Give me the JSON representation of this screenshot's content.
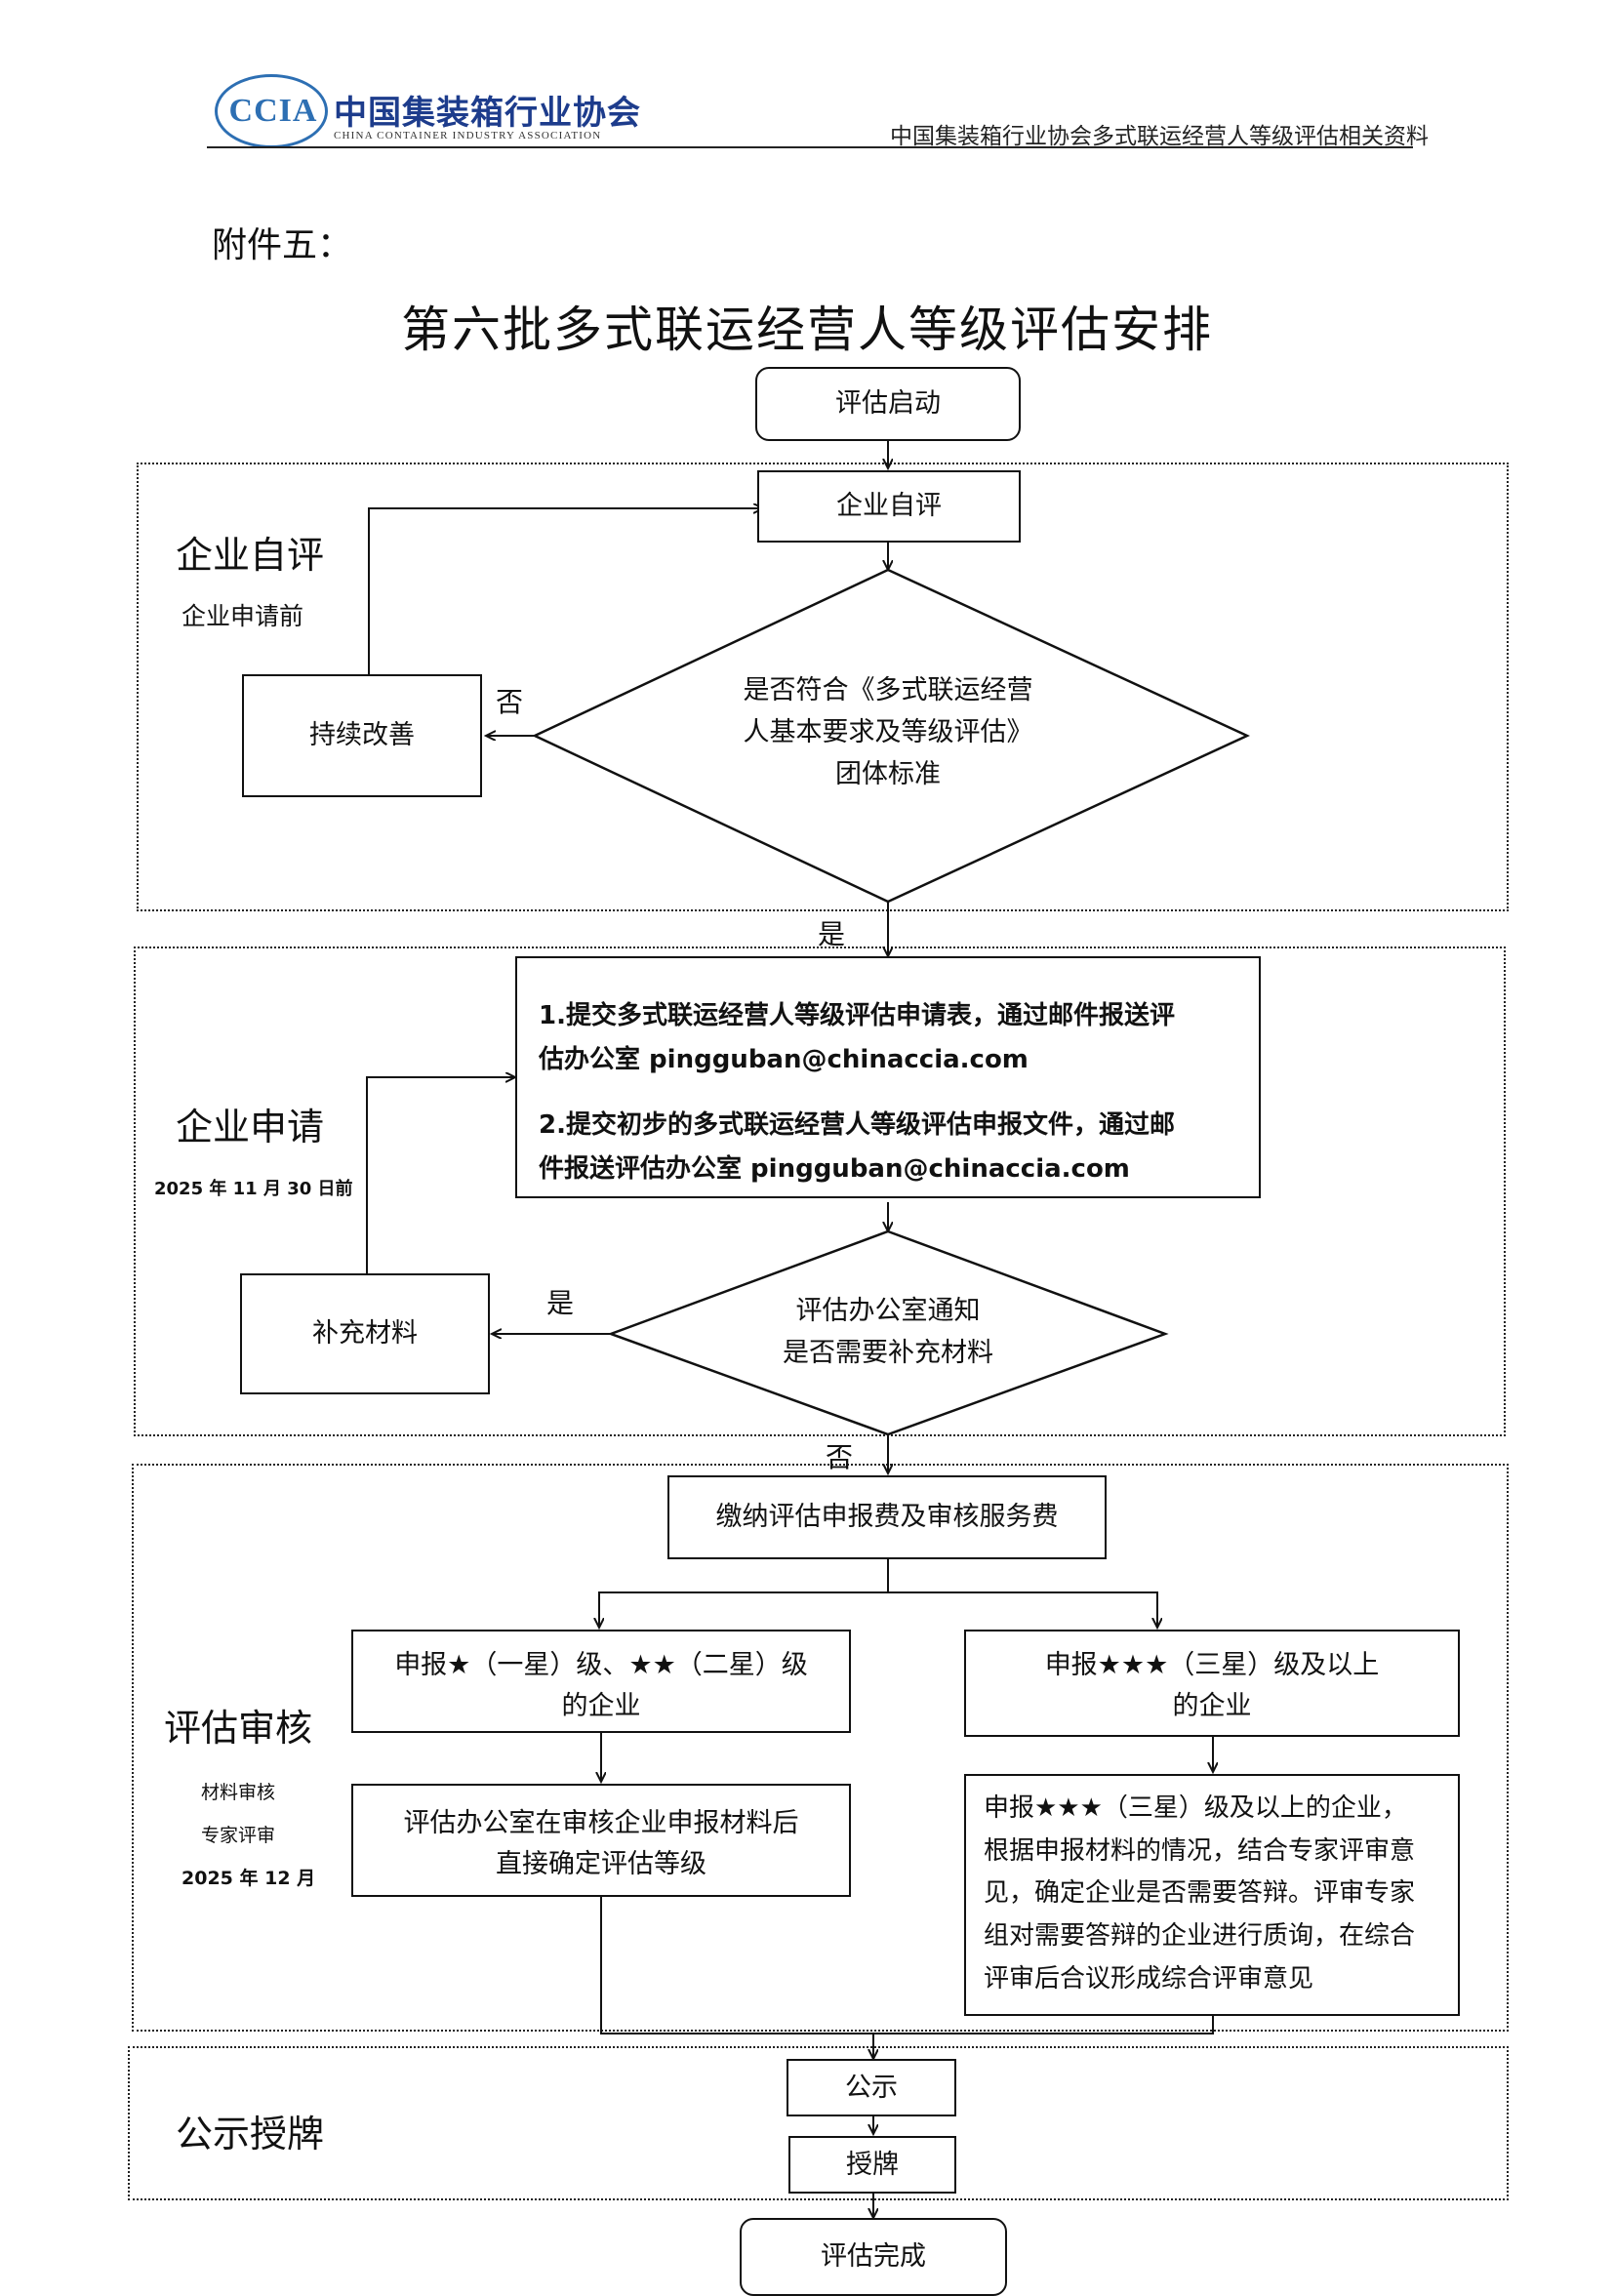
{
  "header": {
    "logo_mark": "CCIA",
    "logo_cn": "中国集装箱行业协会",
    "logo_en": "CHINA CONTAINER INDUSTRY ASSOCIATION",
    "doc_caption": "中国集装箱行业协会多式联运经营人等级评估相关资料"
  },
  "attachment_label": "附件五：",
  "title": "第六批多式联运经营人等级评估安排",
  "start": "评估启动",
  "end": "评估完成",
  "section1": {
    "title": "企业自评",
    "subtitle": "企业申请前",
    "self_eval": "企业自评",
    "decision": [
      "是否符合《多式联运经营",
      "人基本要求及等级评估》",
      "团体标准"
    ],
    "improve": "持续改善",
    "no_label": "否",
    "yes_label": "是"
  },
  "section2": {
    "title": "企业申请",
    "deadline": "2025 年 11 月 30 日前",
    "step1_line1": "1.提交多式联运经营人等级评估申请表，通过邮件报送评",
    "step1_line2": "估办公室 pingguban@chinaccia.com",
    "step2_line1": "2.提交初步的多式联运经营人等级评估申报文件，通过邮",
    "step2_line2": "件报送评估办公室 pingguban@chinaccia.com",
    "decision": [
      "评估办公室通知",
      "是否需要补充材料"
    ],
    "supplement": "补充材料",
    "yes_label": "是",
    "no_label": "否"
  },
  "section3": {
    "title": "评估审核",
    "sub1": "材料审核",
    "sub2": "专家评审",
    "sub3": "2025 年 12 月",
    "fee": "缴纳评估申报费及审核服务费",
    "left_apply": [
      "申报★（一星）级、★★（二星）级",
      "的企业"
    ],
    "right_apply": [
      "申报★★★（三星）级及以上",
      "的企业"
    ],
    "left_result": [
      "评估办公室在审核企业申报材料后",
      "直接确定评估等级"
    ],
    "right_result": [
      "申报★★★（三星）级及以上的企业，",
      "根据申报材料的情况，结合专家评审意",
      "见，确定企业是否需要答辩。评审专家",
      "组对需要答辩的企业进行质询，在综合",
      "评审后合议形成综合评审意见"
    ]
  },
  "section4": {
    "title": "公示授牌",
    "publicize": "公示",
    "award": "授牌"
  }
}
